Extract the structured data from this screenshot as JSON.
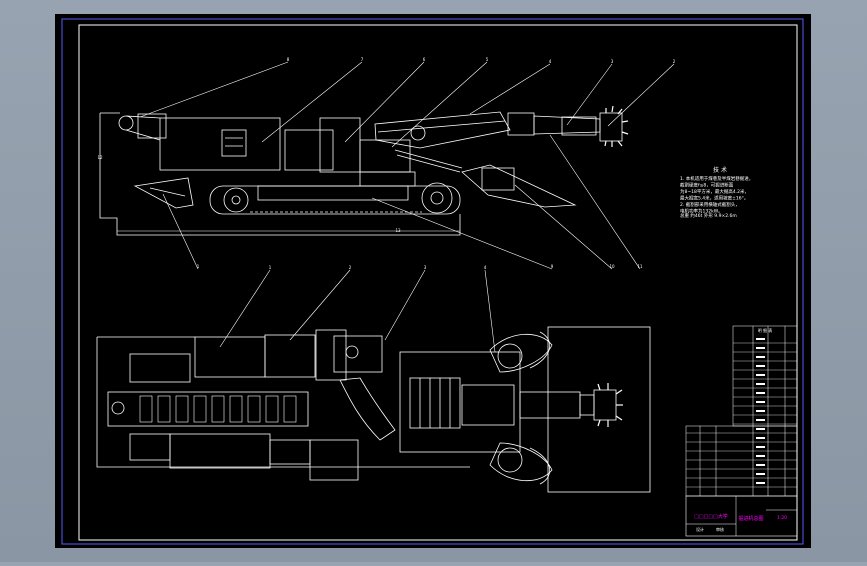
{
  "drawing": {
    "background": "#000000",
    "line_color": "#ffffff",
    "accent_color": "#ff00ff",
    "frame_color": "#5a5aff",
    "side_view": {
      "balloons": [
        "8",
        "7",
        "6",
        "5",
        "4",
        "3",
        "2",
        "1",
        "9",
        "10",
        "11",
        "12",
        "13"
      ]
    },
    "top_view": {
      "balloons": [
        "1",
        "2",
        "3",
        "4"
      ]
    },
    "notes": {
      "title": "技 术",
      "body_lines": [
        "1. 本机适用于煤巷及半煤岩巷掘进，",
        "   截割硬度f≤8，可掘进断面",
        "   为8~18平方米，最大掘高4.2米，",
        "   最大掘宽5.4米，适用坡度±16°。",
        "2. 截割部采用横轴式截割头，",
        "   电机功率为132kW。"
      ],
      "footer": "总重 约46t  外形 9.9×2.6m"
    },
    "parts_table": {
      "header": "明 细 表",
      "rows": 18,
      "columns": 3
    },
    "title_block": {
      "school": "□□□□□大学",
      "drawing_title": "掘进机总图",
      "designer": "设计",
      "checker": "审核",
      "sheet": "1:20"
    }
  }
}
